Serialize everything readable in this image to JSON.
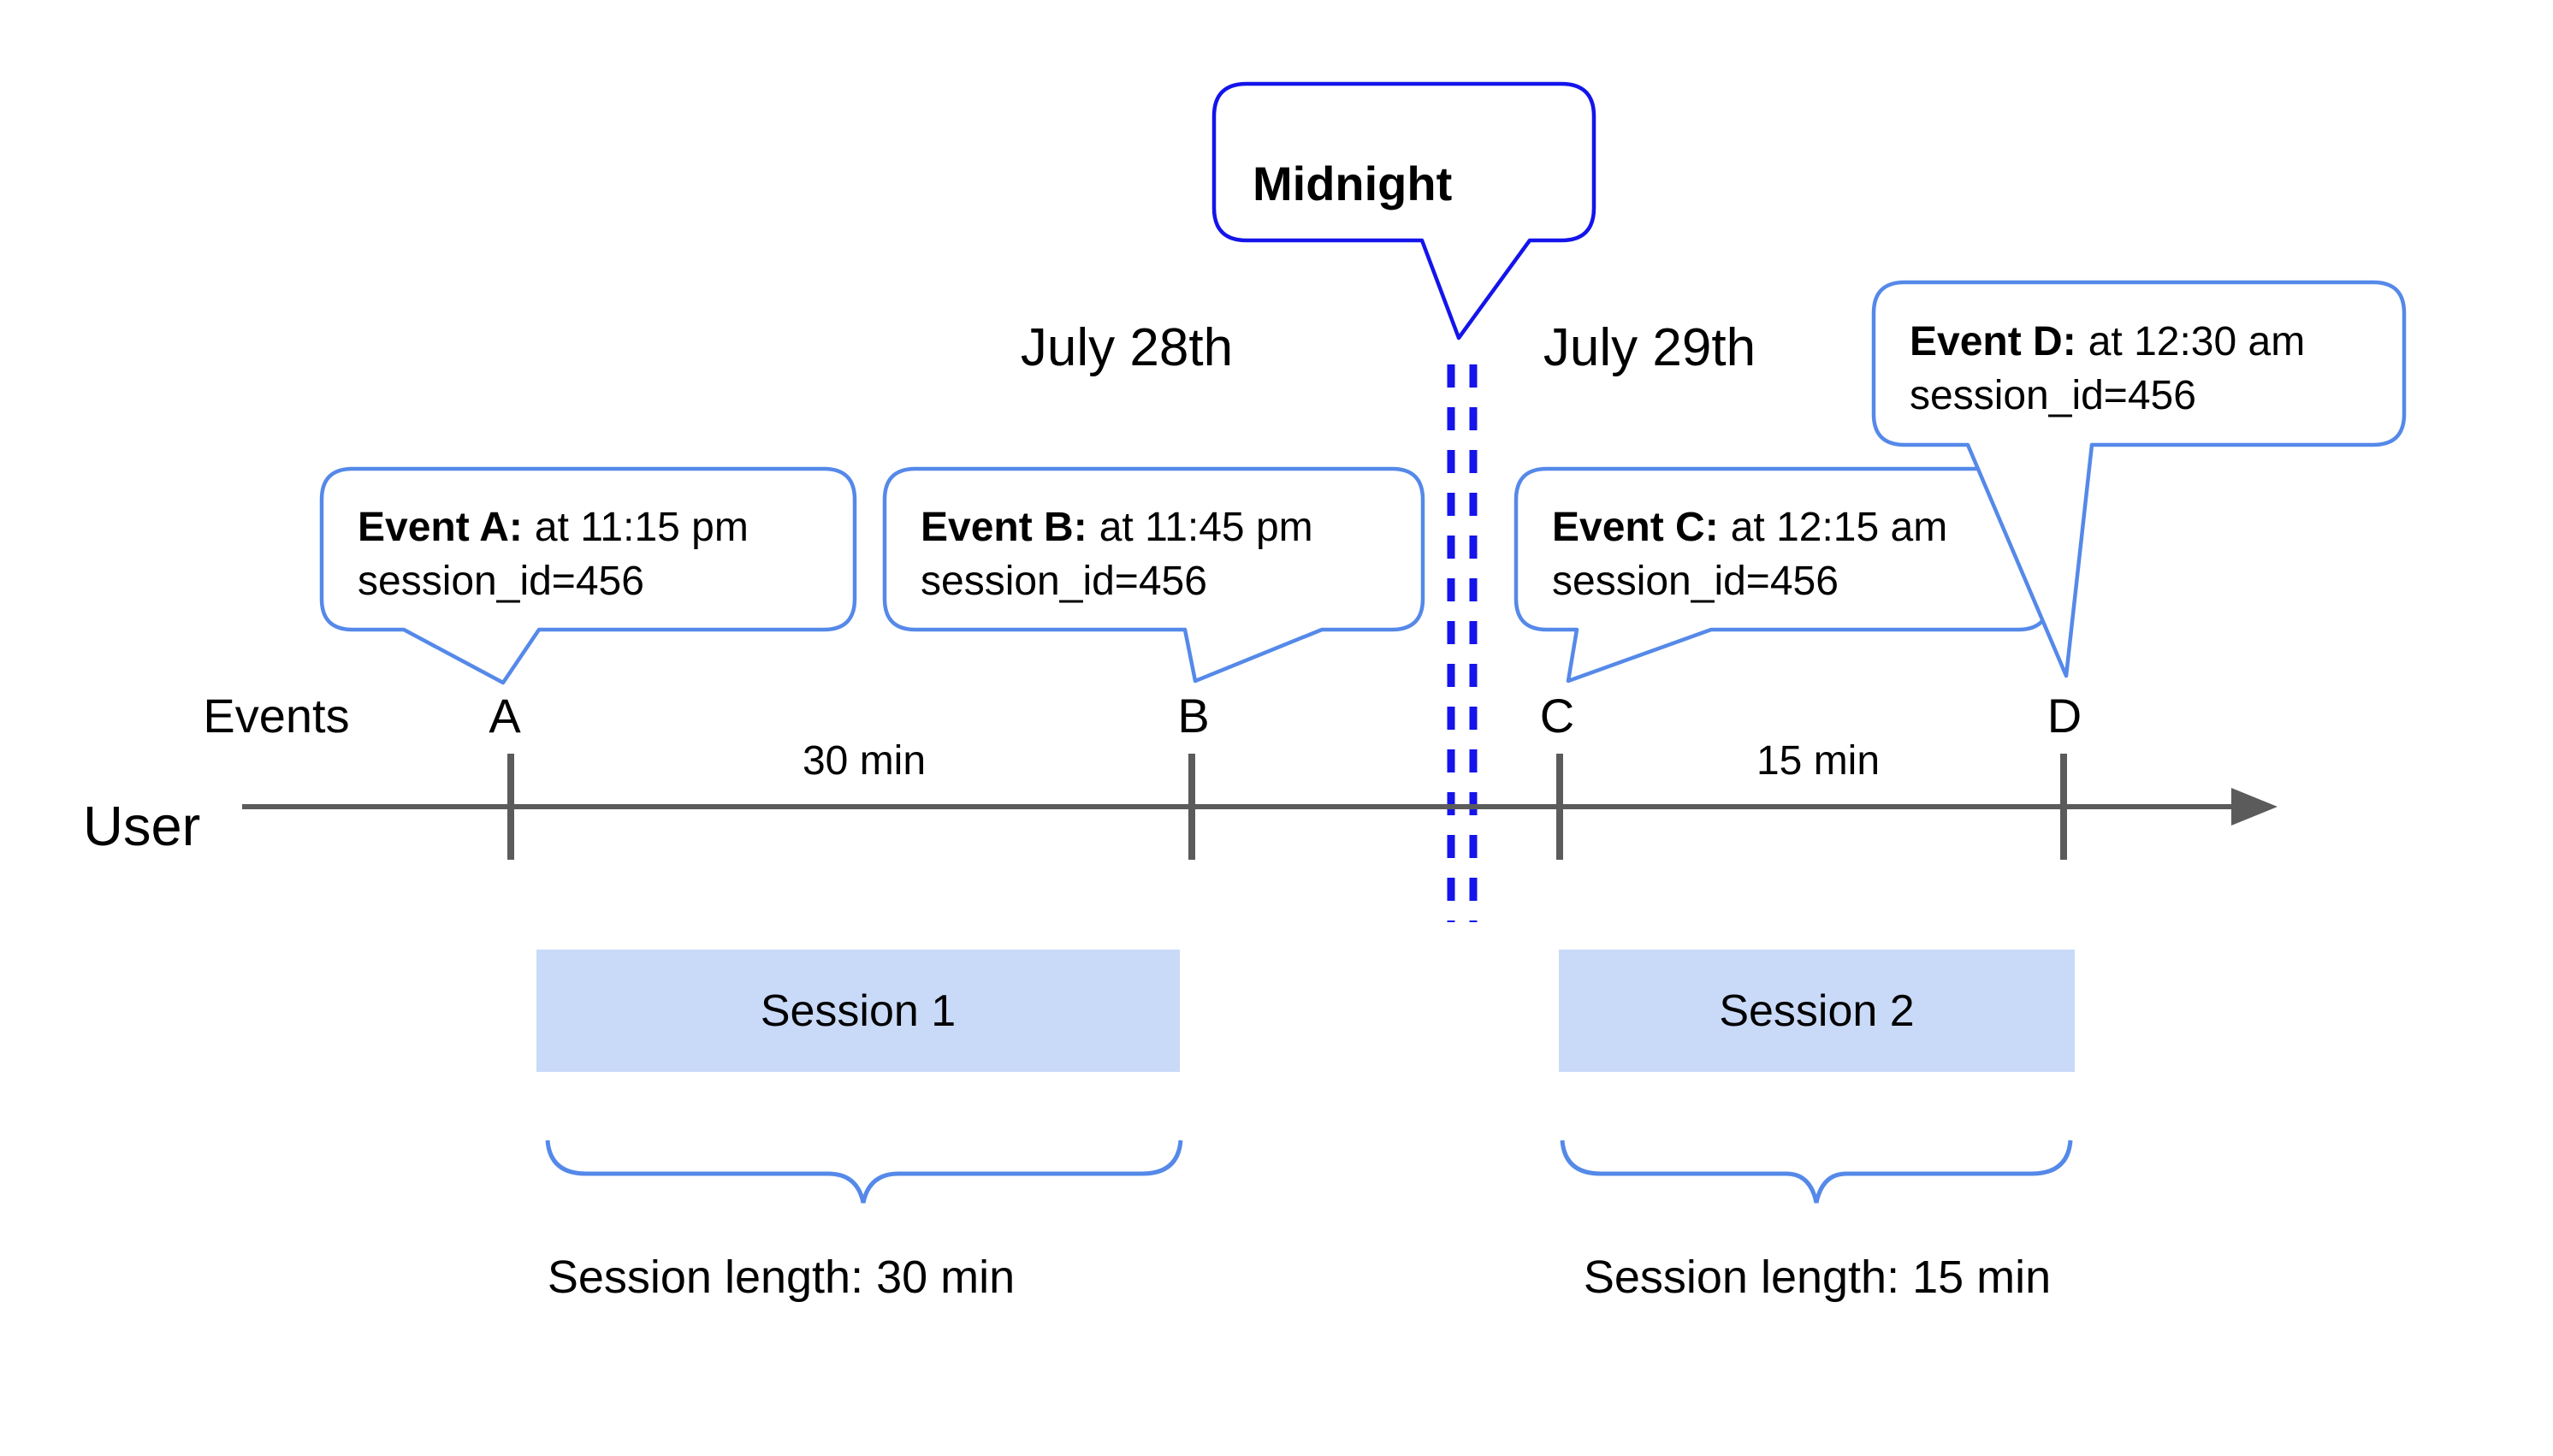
{
  "title": "User session timeline diagram",
  "colors": {
    "dark_blue": "#1414EB",
    "callout_blue": "#5589E9",
    "session_fill": "#C9DAF8",
    "line_gray": "#5B5B5B"
  },
  "dates": {
    "left": "July 28th",
    "right": "July 29th"
  },
  "midnight": {
    "label": "Midnight"
  },
  "axis": {
    "events_row_label": "Events",
    "user_label": "User"
  },
  "events": [
    {
      "letter": "A",
      "label": "Event A:",
      "time": "at 11:15 pm",
      "session": "session_id=456"
    },
    {
      "letter": "B",
      "label": "Event B:",
      "time": "at 11:45 pm",
      "session": "session_id=456"
    },
    {
      "letter": "C",
      "label": "Event C:",
      "time": "at 12:15 am",
      "session": "session_id=456"
    },
    {
      "letter": "D",
      "label": "Event D:",
      "time": "at 12:30 am",
      "session": "session_id=456"
    }
  ],
  "intervals": [
    {
      "label": "30 min"
    },
    {
      "label": "15 min"
    }
  ],
  "sessions": [
    {
      "name": "Session 1",
      "length_label": "Session length: 30 min"
    },
    {
      "name": "Session 2",
      "length_label": "Session length: 15 min"
    }
  ]
}
